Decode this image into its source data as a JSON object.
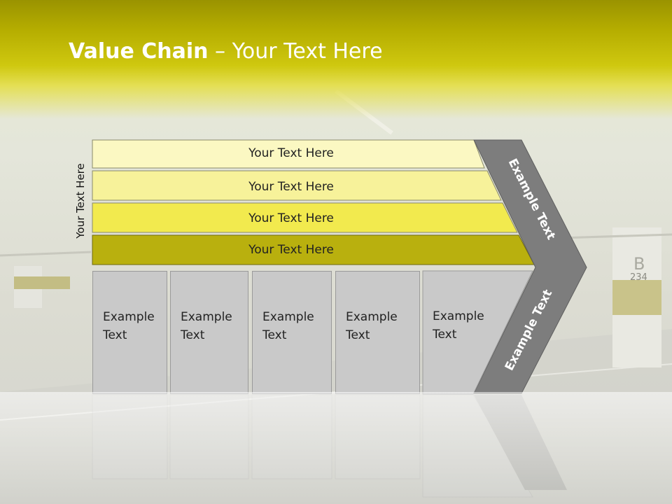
{
  "slide": {
    "title_bold": "Value Chain",
    "title_rest": " – Your Text Here",
    "vertical_label": "Your Text Here",
    "rows": [
      {
        "label": "Your Text Here",
        "color": "#fbf8c2"
      },
      {
        "label": "Your Text Here",
        "color": "#f7f29a"
      },
      {
        "label": "Your Text Here",
        "color": "#f2ea4e"
      },
      {
        "label": "Your Text Here",
        "color": "#b9b00e"
      }
    ],
    "boxes": [
      {
        "line1": "Example",
        "line2": "Text"
      },
      {
        "line1": "Example",
        "line2": "Text"
      },
      {
        "line1": "Example",
        "line2": "Text"
      },
      {
        "line1": "Example",
        "line2": "Text"
      },
      {
        "line1": "Example",
        "line2": "Text"
      }
    ],
    "chevron_top_label": "Example Text",
    "chevron_bottom_label": "Example Text",
    "accent_color": "#cfc80f",
    "chevron_color": "#7d7d7d"
  }
}
